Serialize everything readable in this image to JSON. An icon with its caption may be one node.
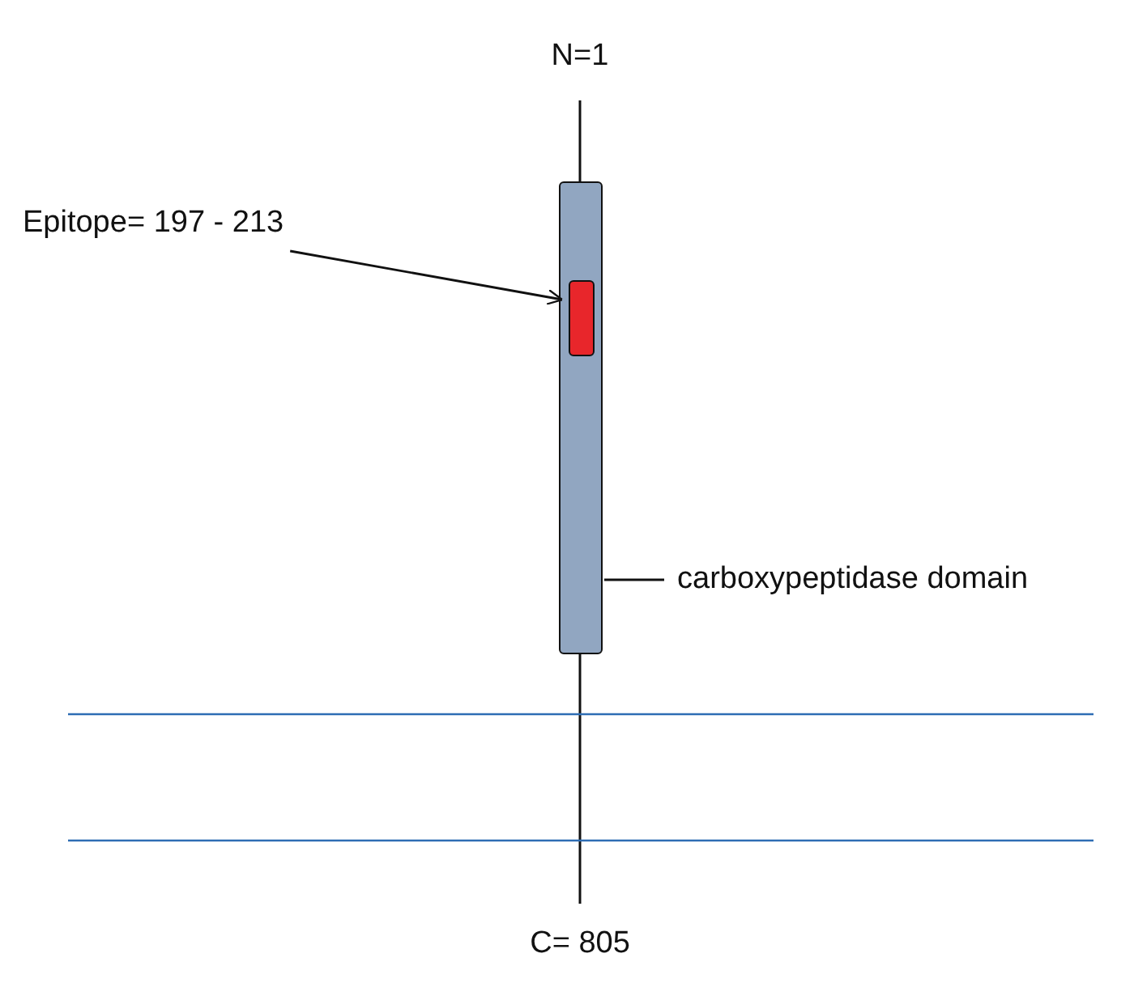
{
  "diagram": {
    "nodes": [
      {
        "text": [
          "Epitope= 197 - 213"
        ]
      },
      {
        "text": [],
        "shape": "bar"
      },
      {
        "text": [],
        "shape": "bar",
        "in": 1
      },
      {
        "text": [
          "carboxypeptidase domain"
        ]
      }
    ],
    "edges": [
      {
        "from": 0,
        "to": 2,
        "arrow": "to"
      },
      {
        "from": 3,
        "to": 1,
        "arrow": "none"
      }
    ],
    "labels": [
      "N=1",
      "C= 805"
    ]
  }
}
